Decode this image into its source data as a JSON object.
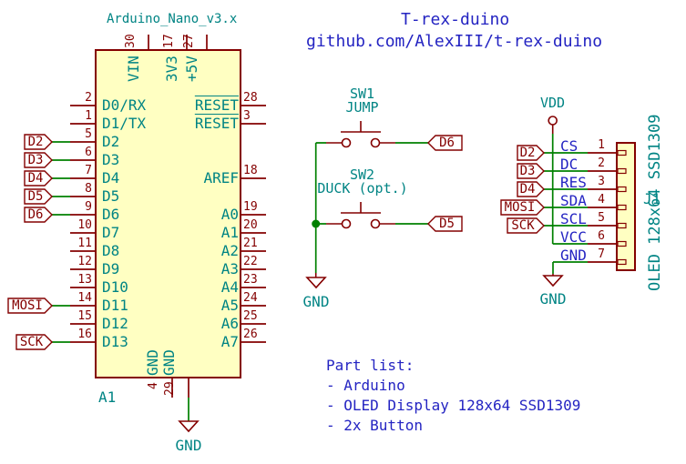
{
  "palette": {
    "body_fill": "#FFFFC2",
    "component_outline": "#840000",
    "pin_name": "#008484",
    "pin_number": "#840000",
    "wire": "#008000",
    "notes": "#2424C2",
    "global_label": "#840000",
    "background": "#FFFFFF"
  },
  "header": {
    "title": "T-rex-duino",
    "subtitle": "github.com/AlexIII/t-rex-duino"
  },
  "arduino": {
    "part": "Arduino_Nano_v3.x",
    "ref": "A1",
    "gnd_label": "GND",
    "left_pins": [
      {
        "num": "2",
        "name": "D0/RX"
      },
      {
        "num": "1",
        "name": "D1/TX"
      },
      {
        "num": "5",
        "name": "D2"
      },
      {
        "num": "6",
        "name": "D3"
      },
      {
        "num": "7",
        "name": "D4"
      },
      {
        "num": "8",
        "name": "D5"
      },
      {
        "num": "9",
        "name": "D6"
      },
      {
        "num": "10",
        "name": "D7"
      },
      {
        "num": "11",
        "name": "D8"
      },
      {
        "num": "12",
        "name": "D9"
      },
      {
        "num": "13",
        "name": "D10"
      },
      {
        "num": "14",
        "name": "D11"
      },
      {
        "num": "15",
        "name": "D12"
      },
      {
        "num": "16",
        "name": "D13"
      }
    ],
    "right_pins": [
      {
        "num": "28",
        "name": "RESET"
      },
      {
        "num": "3",
        "name": "RESET"
      },
      {
        "num": "18",
        "name": "AREF"
      },
      {
        "num": "19",
        "name": "A0"
      },
      {
        "num": "20",
        "name": "A1"
      },
      {
        "num": "21",
        "name": "A2"
      },
      {
        "num": "22",
        "name": "A3"
      },
      {
        "num": "23",
        "name": "A4"
      },
      {
        "num": "24",
        "name": "A5"
      },
      {
        "num": "25",
        "name": "A6"
      },
      {
        "num": "26",
        "name": "A7"
      }
    ],
    "top_pins": [
      {
        "num": "30",
        "name": "VIN"
      },
      {
        "num": "17",
        "name": "3V3"
      },
      {
        "num": "27",
        "name": "+5V"
      }
    ],
    "bottom_pins": [
      {
        "num": "4",
        "name": "GND"
      },
      {
        "num": "29",
        "name": "GND"
      }
    ]
  },
  "left_labels": [
    "D2",
    "D3",
    "D4",
    "D5",
    "D6",
    "MOSI",
    "SCK"
  ],
  "switches": {
    "sw1": {
      "ref": "SW1",
      "value": "JUMP",
      "signal": "D6"
    },
    "sw2": {
      "ref": "SW2",
      "value": "DUCK (opt.)",
      "signal": "D5"
    },
    "gnd_label": "GND"
  },
  "oled": {
    "ref": "J1",
    "desc": "OLED 128x64 SSD1309",
    "vdd_label": "VDD",
    "gnd_label": "GND",
    "pins": [
      {
        "num": "1",
        "name": "CS",
        "label": "D2"
      },
      {
        "num": "2",
        "name": "DC",
        "label": "D3"
      },
      {
        "num": "3",
        "name": "RES",
        "label": "D4"
      },
      {
        "num": "4",
        "name": "SDA",
        "label": "MOSI"
      },
      {
        "num": "5",
        "name": "SCL",
        "label": "SCK"
      },
      {
        "num": "6",
        "name": "VCC",
        "label": ""
      },
      {
        "num": "7",
        "name": "GND",
        "label": ""
      }
    ]
  },
  "part_list": {
    "title": "Part list:",
    "items": [
      "- Arduino",
      "- OLED Display 128x64 SSD1309",
      "- 2x Button"
    ]
  }
}
